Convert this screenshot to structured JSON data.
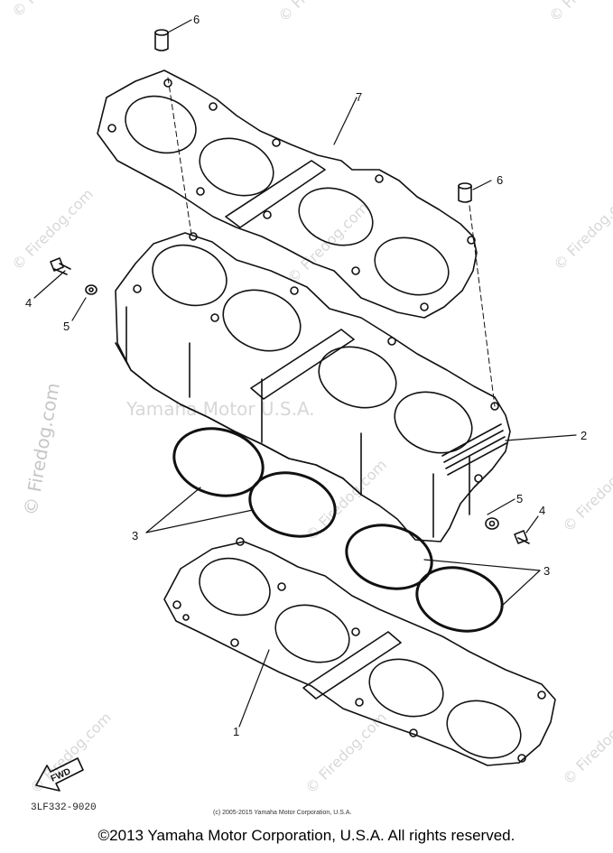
{
  "diagram": {
    "part_labels": {
      "p1": "1",
      "p2": "2",
      "p3a": "3",
      "p3b": "3",
      "p4a": "4",
      "p4b": "4",
      "p5a": "5",
      "p5b": "5",
      "p6a": "6",
      "p6b": "6",
      "p7": "7"
    },
    "fwd": "FWD",
    "diagram_code": "3LF332-9020",
    "small_copyright": "(c) 2005-2015 Yamaha Motor Corporation, U.S.A.",
    "watermark_side": "© Firedog.com",
    "watermark_center": "Yamaha Motor U.S.A.",
    "watermark_tile": "© Firedog.com"
  },
  "footer": {
    "copyright": "©2013 Yamaha Motor Corporation, U.S.A. All rights reserved."
  }
}
